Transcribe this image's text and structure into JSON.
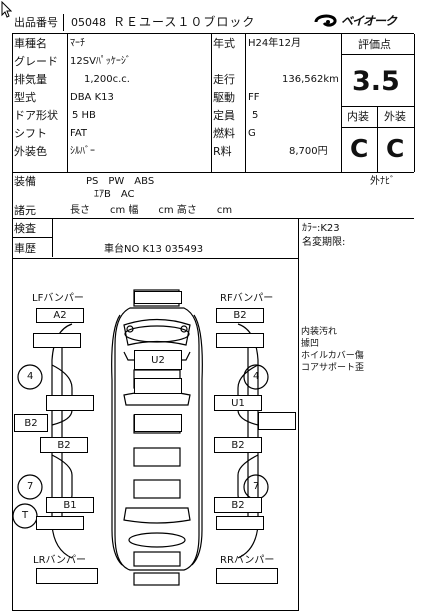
{
  "header": {
    "lot_label": "出品番号",
    "lot_number": "05048",
    "block": "ＲＥユース１０ブロック",
    "logo": "ベイオーク"
  },
  "specs": {
    "model_label": "車種名",
    "model": "ﾏｰﾁ",
    "grade_label": "グレード",
    "grade": "12SVﾊﾟｯｹｰｼﾞ",
    "displacement_label": "排気量",
    "displacement": "1,200c.c.",
    "type_label": "型式",
    "type": "DBA K13",
    "doors_label": "ドア形状",
    "doors": "5 HB",
    "shift_label": "シフト",
    "shift": "FAT",
    "color_label": "外装色",
    "color": "ｼﾙﾊﾞｰ",
    "year_label": "年式",
    "year": "H24年12月",
    "mileage_label": "走行",
    "mileage": "136,562km",
    "drive_label": "駆動",
    "drive": "FF",
    "capacity_label": "定員",
    "capacity": "5",
    "fuel_label": "燃料",
    "fuel": "G",
    "recycle_label": "R料",
    "recycle": "8,700円"
  },
  "grade_box": {
    "label": "評価点",
    "score": "3.5",
    "interior_label": "内装",
    "exterior_label": "外装",
    "interior": "C",
    "exterior": "C"
  },
  "equipment": {
    "label": "装備",
    "items": "PS　PW　ABS",
    "items2": "ｴｱB　AC",
    "exterior_label": "外ﾅﾋﾞ",
    "dims_label": "諸元",
    "dims": "長さ　　cm 幅　　cm 高さ　　cm"
  },
  "inspection": {
    "label": "検査",
    "history_label": "車歴",
    "chassis": "車台NO K13 035493",
    "color_code": "ｶﾗｰ:K23",
    "name_change": "名変期限:"
  },
  "notes": [
    "内装汚れ",
    "據凹",
    "ホイルカバー傷",
    "コアサポート歪"
  ],
  "diagram": {
    "lf": "LFバンパー",
    "rf": "RFバンパー",
    "lr": "LRバンパー",
    "rr": "RRバンパー",
    "marks": {
      "a2": "A2",
      "b2_fr": "B2",
      "u2": "U2",
      "u1": "U1",
      "b2_l": "B2",
      "b2_ll": "B2",
      "b2_r": "B2",
      "b1": "B1",
      "b2_rr": "B2",
      "w4l": "4",
      "w4r": "4",
      "w7l": "7",
      "w7r": "7",
      "t": "T"
    }
  }
}
